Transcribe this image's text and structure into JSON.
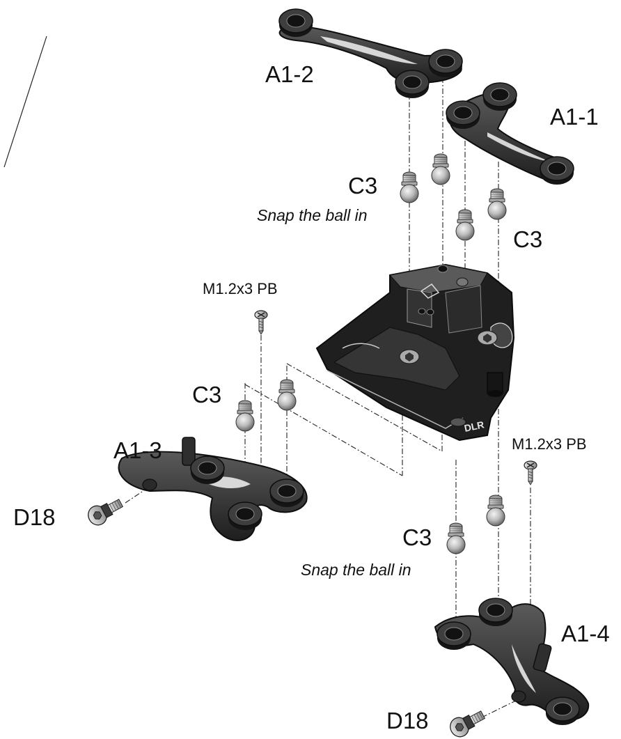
{
  "labels": {
    "a1_2": "A1-2",
    "a1_1": "A1-1",
    "a1_3": "A1-3",
    "a1_4": "A1-4",
    "c3_top_left": "C3",
    "c3_top_right": "C3",
    "c3_left": "C3",
    "c3_bottom": "C3",
    "screw_left": "M1.2x3 PB",
    "screw_right": "M1.2x3 PB",
    "d18_left": "D18",
    "d18_right": "D18"
  },
  "notes": {
    "snap_top": "Snap the ball in",
    "snap_bottom": "Snap the ball in"
  },
  "chassis_logo": "DLR",
  "colors": {
    "part_dark": "#2b2b2b",
    "part_face": "#4a4a4a",
    "part_edge": "#0e0e0e",
    "highlight": "#9a9a9a",
    "ball": "#c9c9c9",
    "leader": "#222222"
  }
}
